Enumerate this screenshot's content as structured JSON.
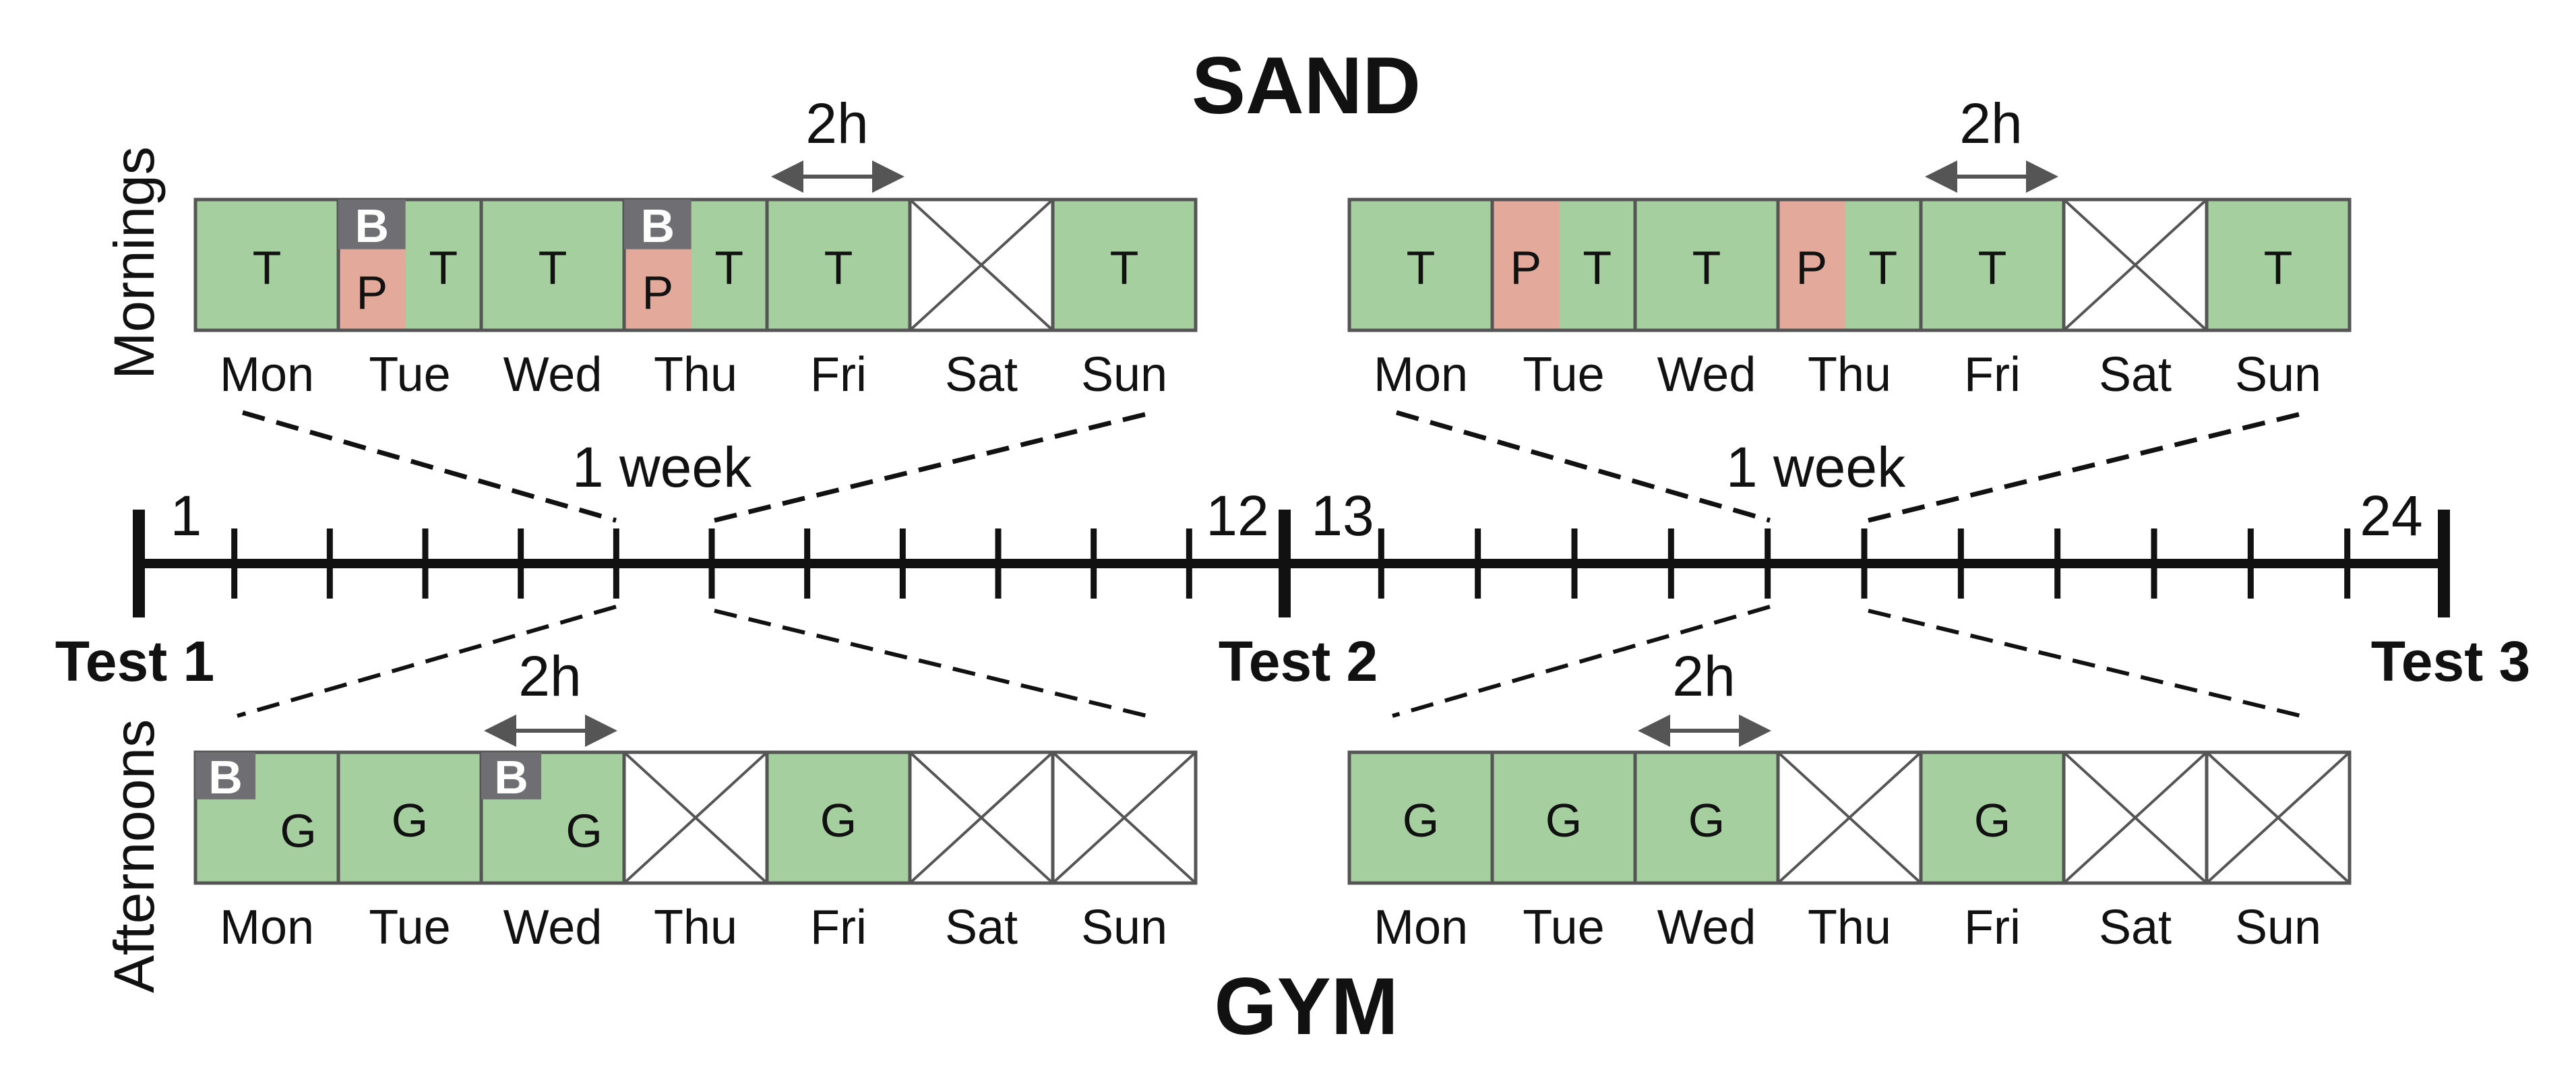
{
  "titles": {
    "top": "SAND",
    "bottom": "GYM"
  },
  "side_labels": {
    "top": "Mornings",
    "bottom": "Afternoons"
  },
  "timeline": {
    "start_label": "1",
    "end_label": "24",
    "mid_left_label": "12",
    "mid_right_label": "13",
    "week_label": "1 week",
    "tests": [
      "Test 1",
      "Test 2",
      "Test 3"
    ],
    "weeks": 24
  },
  "days": [
    "Mon",
    "Tue",
    "Wed",
    "Thu",
    "Fri",
    "Sat",
    "Sun"
  ],
  "duration_label": "2h",
  "colors": {
    "training": "#a6cf9f",
    "plyometric": "#e3aa9b",
    "badge": "#6e6e73",
    "rest": "#ffffff",
    "border": "#555555",
    "timeline": "#111111"
  },
  "schedules": {
    "morning_period1": [
      {
        "type": "T"
      },
      {
        "type": "split",
        "left": "P",
        "right": "T",
        "badge": "B"
      },
      {
        "type": "T"
      },
      {
        "type": "split",
        "left": "P",
        "right": "T",
        "badge": "B"
      },
      {
        "type": "T"
      },
      {
        "type": "rest"
      },
      {
        "type": "T"
      }
    ],
    "morning_period2": [
      {
        "type": "T"
      },
      {
        "type": "split",
        "left": "P",
        "right": "T"
      },
      {
        "type": "T"
      },
      {
        "type": "split",
        "left": "P",
        "right": "T"
      },
      {
        "type": "T"
      },
      {
        "type": "rest"
      },
      {
        "type": "T"
      }
    ],
    "afternoon_period1": [
      {
        "type": "G",
        "badge": "B"
      },
      {
        "type": "G"
      },
      {
        "type": "G",
        "badge": "B"
      },
      {
        "type": "rest"
      },
      {
        "type": "G"
      },
      {
        "type": "rest"
      },
      {
        "type": "rest"
      }
    ],
    "afternoon_period2": [
      {
        "type": "G"
      },
      {
        "type": "G"
      },
      {
        "type": "G"
      },
      {
        "type": "rest"
      },
      {
        "type": "G"
      },
      {
        "type": "rest"
      },
      {
        "type": "rest"
      }
    ]
  }
}
